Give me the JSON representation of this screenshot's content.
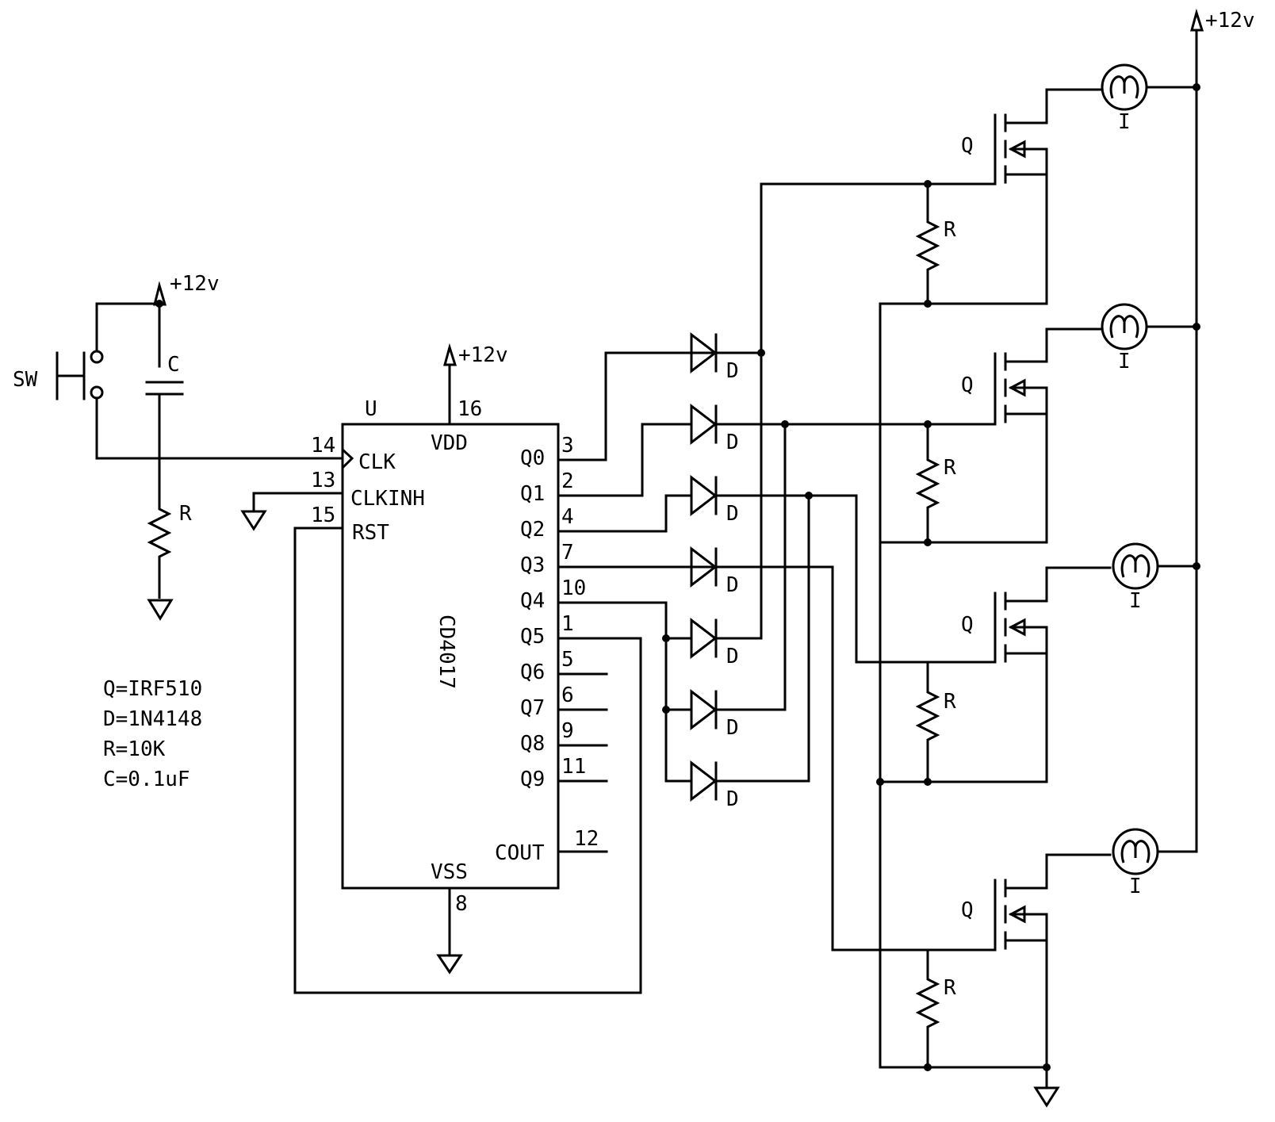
{
  "supply": {
    "label": "+12v"
  },
  "switch": {
    "label": "SW"
  },
  "parts": {
    "c": "C",
    "r": "R",
    "d": "D",
    "q": "Q",
    "i": "I"
  },
  "ic": {
    "ref": "U",
    "part": "CD4017",
    "vdd": "VDD",
    "vss": "VSS",
    "clk": "CLK",
    "clkinh": "CLKINH",
    "rst": "RST",
    "cout": "COUT",
    "pins": {
      "vdd": "16",
      "vss": "8",
      "clk": "14",
      "clkinh": "13",
      "rst": "15",
      "q0": "3",
      "q1": "2",
      "q2": "4",
      "q3": "7",
      "q4": "10",
      "q5": "1",
      "q6": "5",
      "q7": "6",
      "q8": "9",
      "q9": "11",
      "cout": "12"
    },
    "outputs": [
      "Q0",
      "Q1",
      "Q2",
      "Q3",
      "Q4",
      "Q5",
      "Q6",
      "Q7",
      "Q8",
      "Q9"
    ]
  },
  "bom": {
    "q": "Q=IRF510",
    "d": "D=1N4148",
    "r": "R=10K",
    "c": "C=0.1uF"
  }
}
